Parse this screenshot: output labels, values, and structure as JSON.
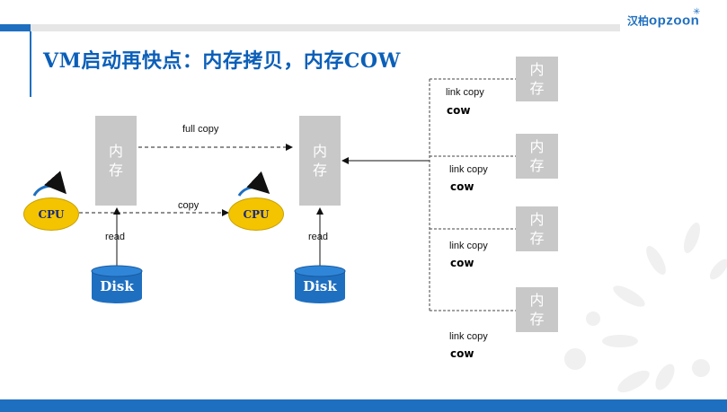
{
  "slide": {
    "title": "VM启动再快点：内存拷贝，内存COW",
    "logo_cn": "汉柏",
    "logo_en": "opzoon",
    "colors": {
      "accent": "#1f6fc0",
      "memory": "#c8c8c8",
      "cpu": "#f4c400",
      "disk": "#1f6fc0"
    }
  },
  "diagram": {
    "memory_label": [
      "内",
      "存"
    ],
    "cpu_label": "CPU",
    "disk_label": "Disk",
    "full_copy_label": "full copy",
    "copy_label": "copy",
    "read_label": "read",
    "links": [
      {
        "line1": "link copy",
        "line2": "cow"
      },
      {
        "line1": "link copy",
        "line2": "cow"
      },
      {
        "line1": "link copy",
        "line2": "cow"
      },
      {
        "line1": "link copy",
        "line2": "cow"
      }
    ]
  }
}
